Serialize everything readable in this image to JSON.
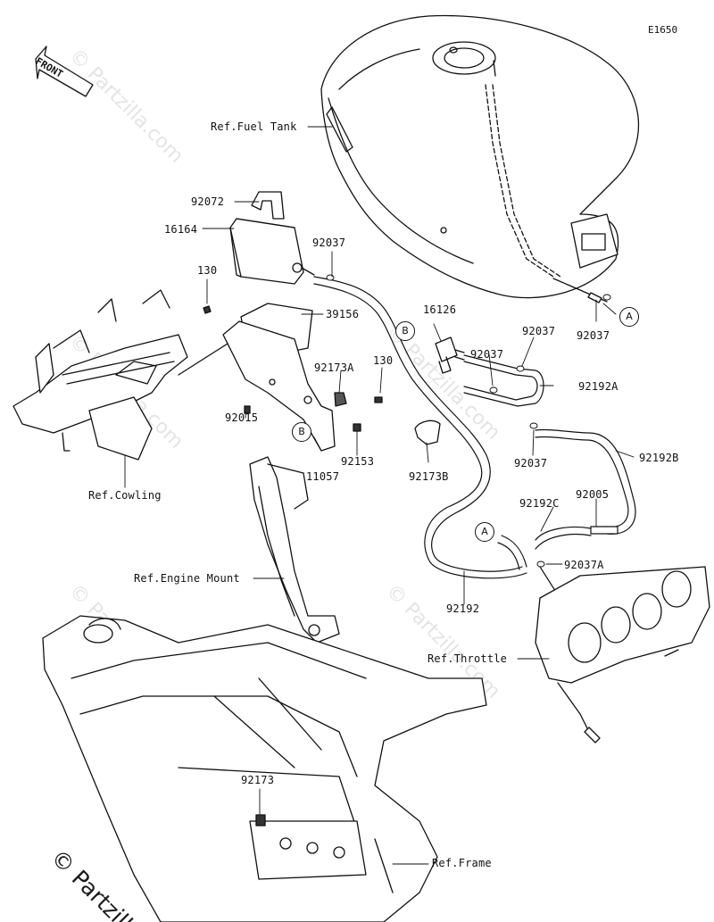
{
  "diagram": {
    "code": "E1650",
    "front": "FRONT",
    "copyright": "© Partzilla",
    "watermark": "© Partzilla.com"
  },
  "parts": [
    {
      "id": "ref-fuel-tank",
      "text": "Ref.Fuel Tank"
    },
    {
      "id": "p92072",
      "text": "92072"
    },
    {
      "id": "p16164",
      "text": "16164"
    },
    {
      "id": "p92037-a",
      "text": "92037"
    },
    {
      "id": "p130-a",
      "text": "130"
    },
    {
      "id": "p39156",
      "text": "39156"
    },
    {
      "id": "p16126",
      "text": "16126"
    },
    {
      "id": "p92037-b",
      "text": "92037"
    },
    {
      "id": "p92037-c",
      "text": "92037"
    },
    {
      "id": "p92192A",
      "text": "92192A"
    },
    {
      "id": "p92173A",
      "text": "92173A"
    },
    {
      "id": "p130-b",
      "text": "130"
    },
    {
      "id": "p92015",
      "text": "92015"
    },
    {
      "id": "p92153",
      "text": "92153"
    },
    {
      "id": "p11057",
      "text": "11057"
    },
    {
      "id": "p92173B",
      "text": "92173B"
    },
    {
      "id": "p92037-d",
      "text": "92037"
    },
    {
      "id": "p92192B",
      "text": "92192B"
    },
    {
      "id": "p92192C",
      "text": "92192C"
    },
    {
      "id": "p92005",
      "text": "92005"
    },
    {
      "id": "p92037A",
      "text": "92037A"
    },
    {
      "id": "p92192",
      "text": "92192"
    },
    {
      "id": "p92037-e",
      "text": "92037"
    },
    {
      "id": "ref-cowling",
      "text": "Ref.Cowling"
    },
    {
      "id": "ref-engine-mount",
      "text": "Ref.Engine Mount"
    },
    {
      "id": "ref-throttle",
      "text": "Ref.Throttle"
    },
    {
      "id": "p92173",
      "text": "92173"
    },
    {
      "id": "ref-frame",
      "text": "Ref.Frame"
    }
  ],
  "markers": [
    {
      "id": "marker-a-tank",
      "text": "A"
    },
    {
      "id": "marker-b-hose",
      "text": "B"
    },
    {
      "id": "marker-b-bracket",
      "text": "B"
    },
    {
      "id": "marker-a-hose",
      "text": "A"
    }
  ]
}
